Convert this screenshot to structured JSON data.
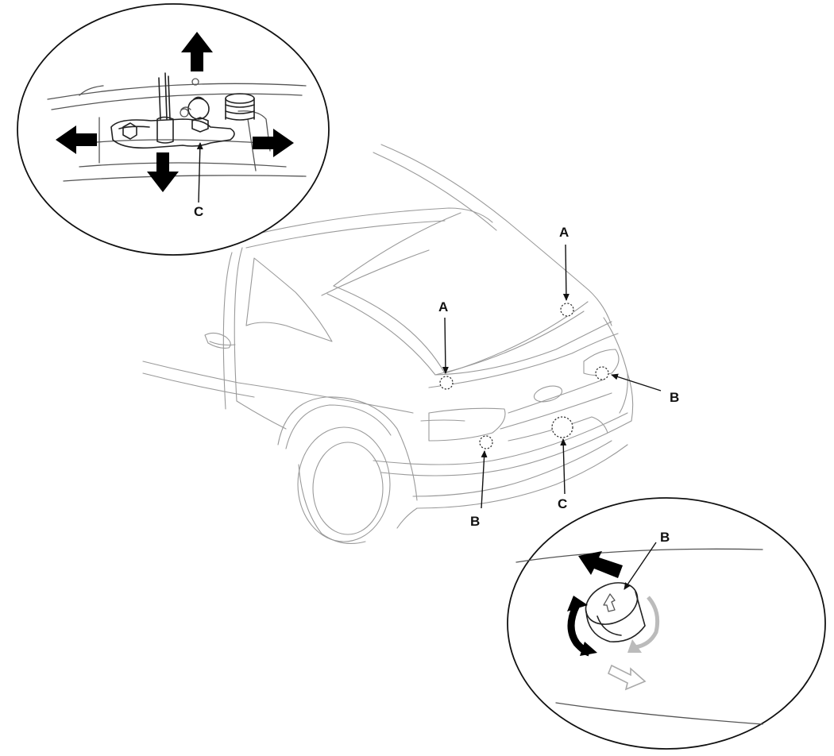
{
  "labels": {
    "a_left": "A",
    "a_right": "A",
    "b_left": "B",
    "b_right": "B",
    "c_bumper": "C",
    "c_inset": "C",
    "b_inset": "B"
  },
  "colors": {
    "line_light": "#9a9a9a",
    "line_dark": "#222222",
    "arrow": "#000000",
    "ghost_arrow": "#bbbbbb"
  },
  "icons": {
    "direction_arrows": "arrow-icon",
    "rotation_arrows": "rotate-icon"
  }
}
